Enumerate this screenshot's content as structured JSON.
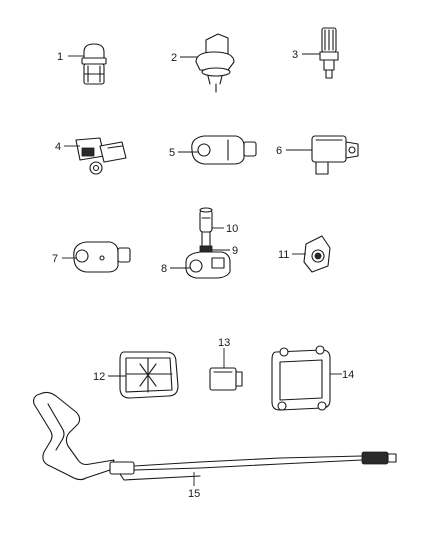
{
  "callouts": [
    {
      "id": "1",
      "label": "1"
    },
    {
      "id": "2",
      "label": "2"
    },
    {
      "id": "3",
      "label": "3"
    },
    {
      "id": "4",
      "label": "4"
    },
    {
      "id": "5",
      "label": "5"
    },
    {
      "id": "6",
      "label": "6"
    },
    {
      "id": "7",
      "label": "7"
    },
    {
      "id": "8",
      "label": "8"
    },
    {
      "id": "9",
      "label": "9"
    },
    {
      "id": "10",
      "label": "10"
    },
    {
      "id": "11",
      "label": "11"
    },
    {
      "id": "12",
      "label": "12"
    },
    {
      "id": "13",
      "label": "13"
    },
    {
      "id": "14",
      "label": "14"
    },
    {
      "id": "15",
      "label": "15"
    }
  ],
  "colors": {
    "line": "#1a1a1a",
    "background": "#ffffff"
  }
}
